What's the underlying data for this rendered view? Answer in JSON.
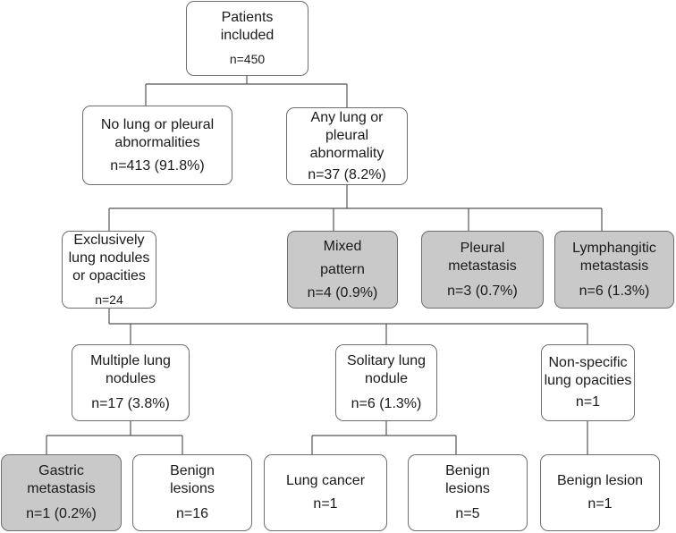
{
  "root": {
    "line1": "Patients",
    "line2": "included",
    "count": "n=450"
  },
  "level1": [
    {
      "line1": "No lung or pleural",
      "line2": "abnormalities",
      "count": "n=413 (91.8%)"
    },
    {
      "line1": "Any lung or",
      "line2": "pleural",
      "line3": "abnormality",
      "count": "n=37 (8.2%)"
    }
  ],
  "level2": [
    {
      "line1": "Exclusively",
      "line2": "lung nodules",
      "line3": "or opacities",
      "count": "n=24"
    },
    {
      "line1": "Mixed",
      "line2": "pattern",
      "count": "n=4 (0.9%)"
    },
    {
      "line1": "Pleural",
      "line2": "metastasis",
      "count": "n=3 (0.7%)"
    },
    {
      "line1": "Lymphangitic",
      "line2": "metastasis",
      "count": "n=6 (1.3%)"
    }
  ],
  "level3": [
    {
      "line1": "Multiple lung",
      "line2": "nodules",
      "count": "n=17 (3.8%)"
    },
    {
      "line1": "Solitary lung",
      "line2": "nodule",
      "count": "n=6 (1.3%)"
    },
    {
      "line1": "Non-specific",
      "line2": "lung opacities",
      "count": "n=1"
    }
  ],
  "level4": [
    {
      "line1": "Gastric",
      "line2": "metastasis",
      "count": "n=1 (0.2%)"
    },
    {
      "line1": "Benign",
      "line2": "lesions",
      "count": "n=16"
    },
    {
      "line1": "Lung cancer",
      "count": "n=1"
    },
    {
      "line1": "Benign",
      "line2": "lesions",
      "count": "n=5"
    },
    {
      "line1": "Benign lesion",
      "count": "n=1"
    }
  ],
  "colors": {
    "box_fill": "#ffffff",
    "shaded_fill": "#c9c9c9",
    "border": "#6e6e6e",
    "connector": "#555555"
  }
}
